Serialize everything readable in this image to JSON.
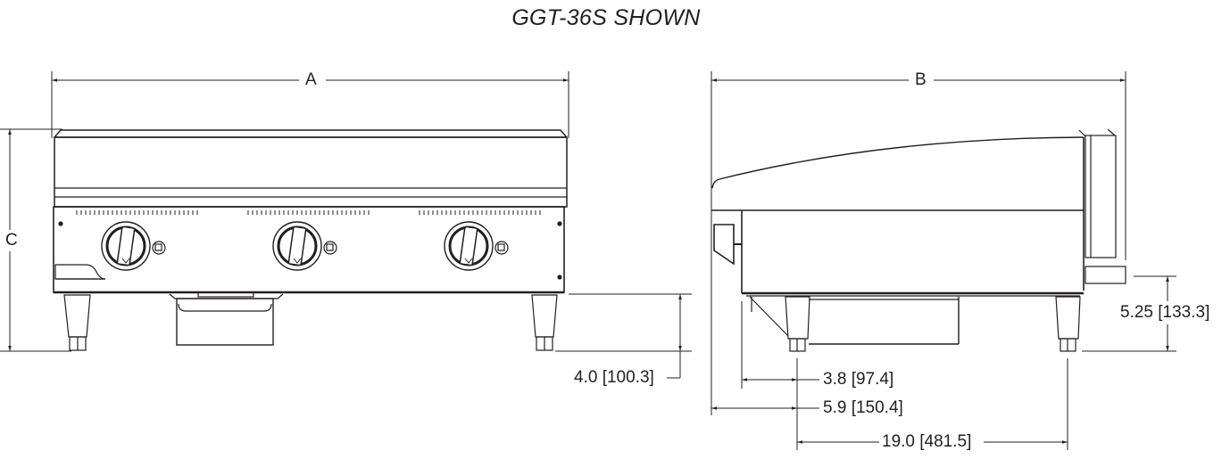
{
  "title": "GGT-36S SHOWN",
  "front_view": {
    "width_label": "A",
    "height_label": "C",
    "leg_height_dim": "4.0 [100.3]",
    "burner_knobs": 3
  },
  "side_view": {
    "depth_label": "B",
    "rear_leg_height_dim": "5.25 [133.3]",
    "front_offset_dim_1": "3.8 [97.4]",
    "front_offset_dim_2": "5.9 [150.4]",
    "leg_spacing_dim": "19.0 [481.5]"
  },
  "colors": {
    "line": "#231f20",
    "background": "#ffffff"
  }
}
